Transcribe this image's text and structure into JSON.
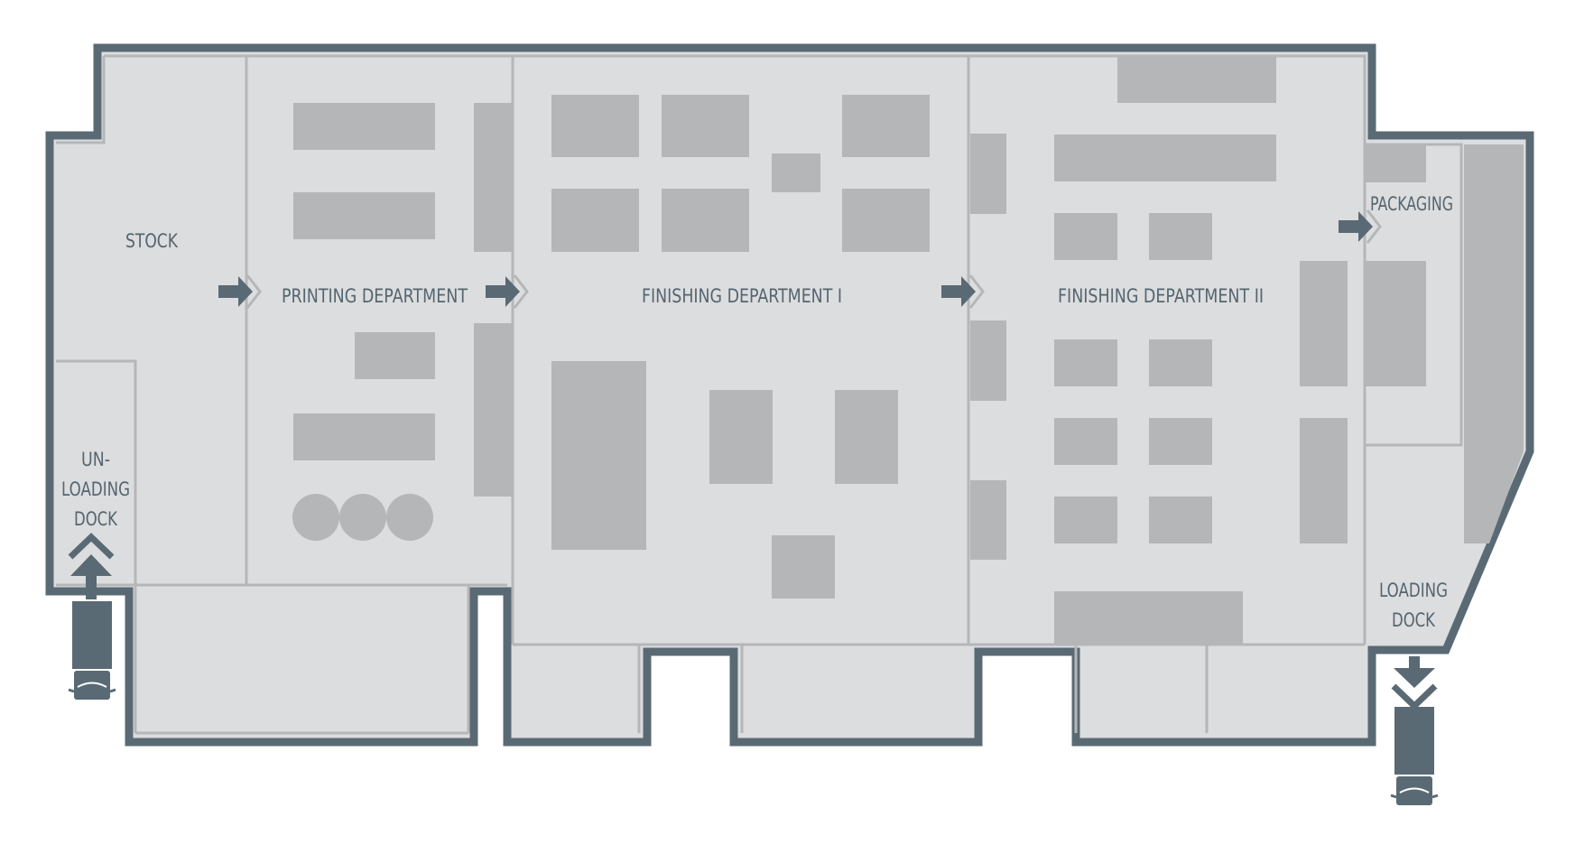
{
  "floor_plan": {
    "rooms": {
      "stock": "STOCK",
      "printing": "PRINTING DEPARTMENT",
      "finishing_1": "FINISHING DEPARTMENT I",
      "finishing_2": "FINISHING DEPARTMENT II",
      "packaging": "PACKAGING"
    },
    "unloading_dock": {
      "line1": "UN-",
      "line2": "LOADING",
      "line3": "DOCK"
    },
    "loading_dock": {
      "line1": "LOADING",
      "line2": "DOCK"
    },
    "icons": [
      "flow-arrow-icon",
      "truck-icon",
      "chevron-up-icon",
      "chevron-down-icon"
    ],
    "colors": {
      "wall": "#5a6a74",
      "floor": "#dcdddf",
      "partition": "#b5b6b8",
      "equipment": "#b5b6b8",
      "label": "#55656f",
      "background": "#ffffff"
    }
  }
}
